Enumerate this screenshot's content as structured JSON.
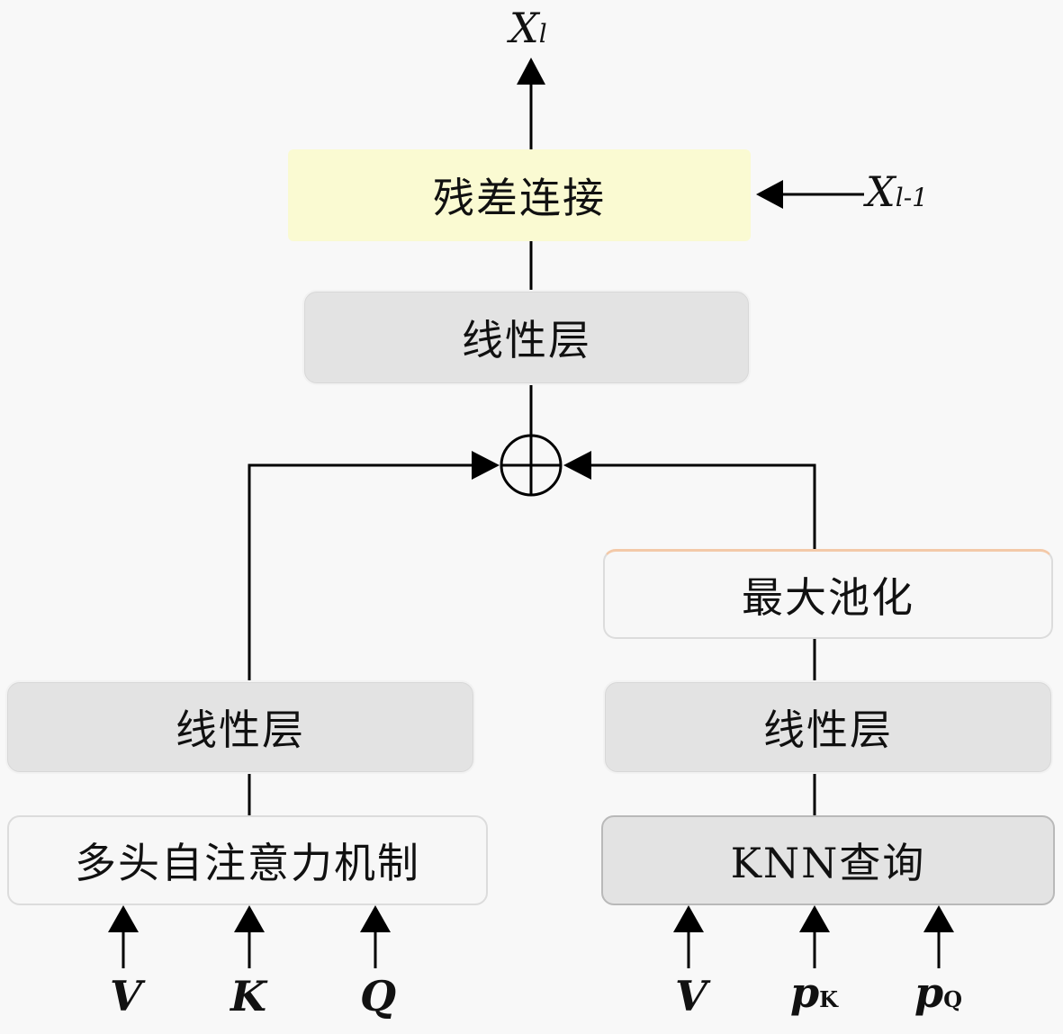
{
  "output_label": {
    "main": "X",
    "sub": "l"
  },
  "prev_input_label": {
    "main": "X",
    "sub": "l-1"
  },
  "blocks": {
    "residual": "残差连接",
    "linear_top": "线性层",
    "max_pool": "最大池化",
    "linear_right": "线性层",
    "knn_query": "KNN查询",
    "linear_left": "线性层",
    "mhsa": "多头自注意力机制"
  },
  "adder_symbol": "⊕",
  "left_inputs": [
    {
      "main": "V",
      "sub": ""
    },
    {
      "main": "K",
      "sub": ""
    },
    {
      "main": "Q",
      "sub": ""
    }
  ],
  "right_inputs": [
    {
      "main": "V",
      "sub": ""
    },
    {
      "main": "p",
      "sub": "K"
    },
    {
      "main": "p",
      "sub": "Q"
    }
  ],
  "colors": {
    "residual_fill": "#fafad2",
    "layer_fill": "#e3e3e3",
    "white_fill": "#f7f7f7",
    "line": "#000000"
  }
}
